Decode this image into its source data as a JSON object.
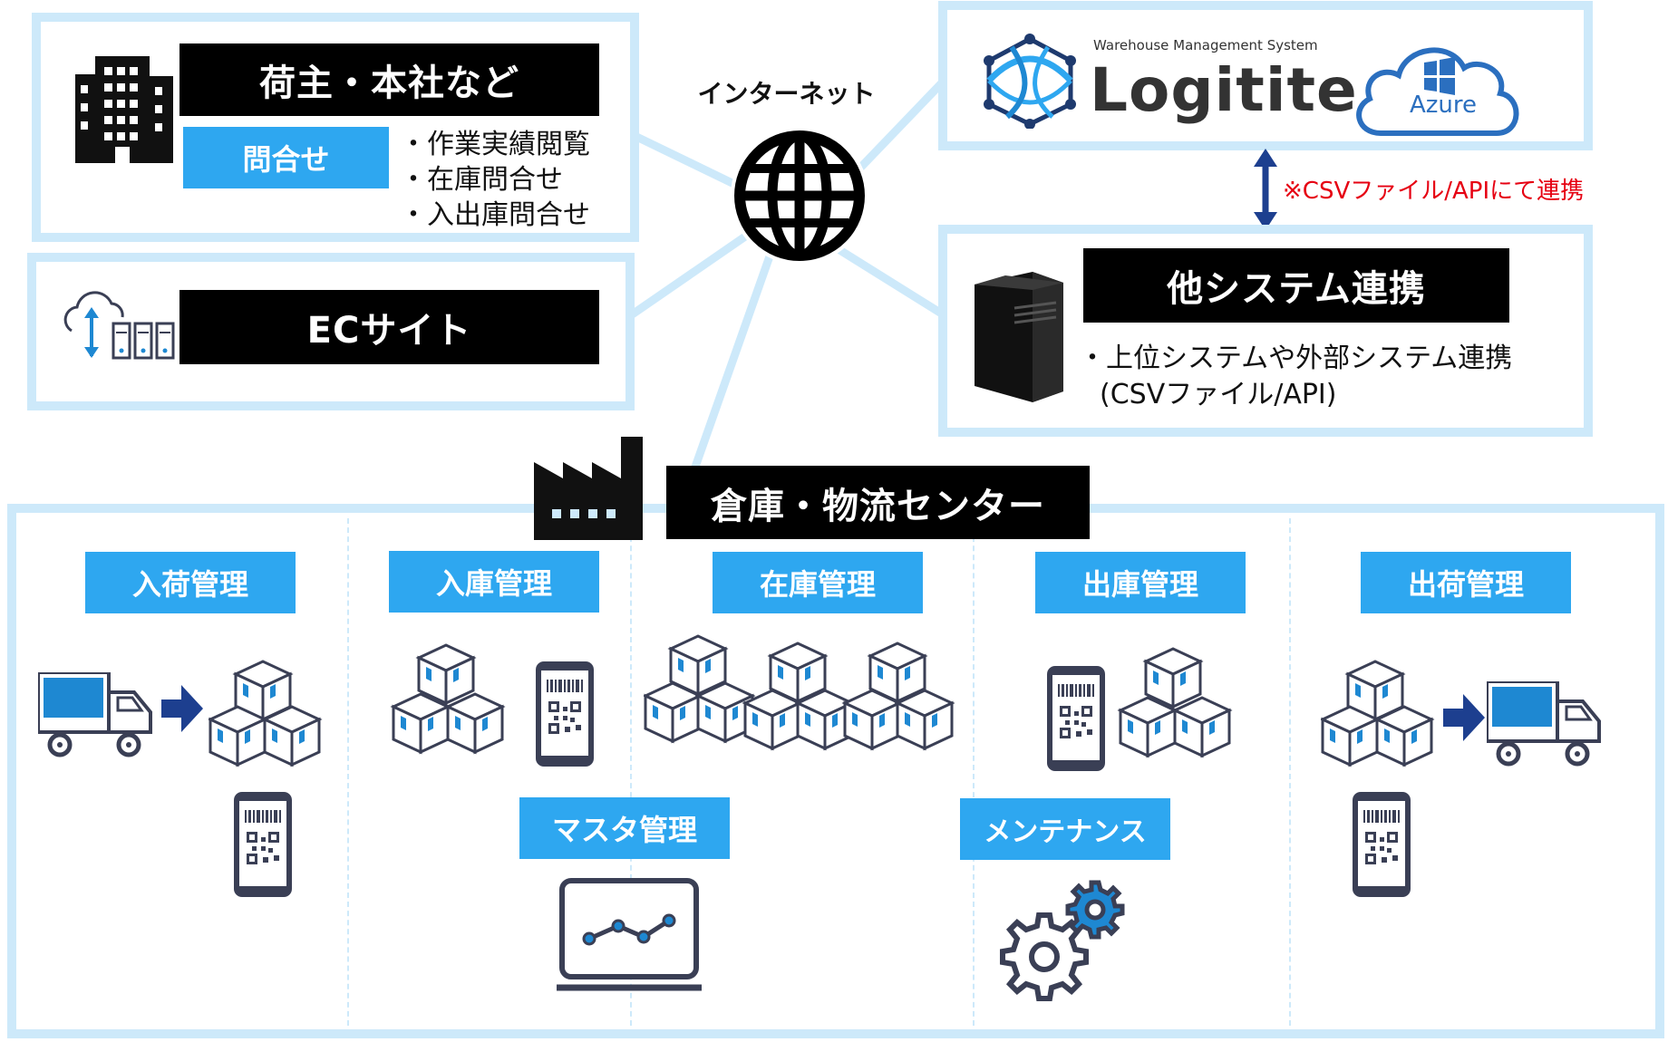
{
  "shipper": {
    "title": "荷主・本社など",
    "inquiry_label": "問合せ",
    "items": [
      "・作業実績閲覧",
      "・在庫問合せ",
      "・入出庫問合せ"
    ]
  },
  "ec": {
    "title": "ECサイト"
  },
  "internet": {
    "label": "インターネット"
  },
  "wms": {
    "subtitle": "Warehouse Management System",
    "name": "Logitite",
    "cloud_label": "Azure"
  },
  "link_note": "※CSVファイル/APIにて連携",
  "other_system": {
    "title": "他システム連携",
    "line1": "・上位システムや外部システム連携",
    "line2": "(CSVファイル/API)"
  },
  "warehouse": {
    "title": "倉庫・物流センター",
    "functions": [
      "入荷管理",
      "入庫管理",
      "在庫管理",
      "出庫管理",
      "出荷管理"
    ],
    "master_label": "マスタ管理",
    "maintenance_label": "メンテナンス"
  },
  "colors": {
    "panel_border": "#cde9fa",
    "label_blue": "#2ea7f0",
    "note_red": "#e60012",
    "arrow_navy": "#1d3f8f",
    "icon_dark": "#3a3f55",
    "accent_blue": "#1e88d2"
  },
  "icons": [
    "building-icon",
    "cloud-server-icon",
    "globe-icon",
    "logitite-logo",
    "azure-cloud-icon",
    "server-tower-icon",
    "factory-icon",
    "truck-icon",
    "boxes-icon",
    "smartphone-barcode-icon",
    "monitor-chart-icon",
    "gears-icon",
    "arrow-right-icon",
    "double-arrow-icon"
  ]
}
